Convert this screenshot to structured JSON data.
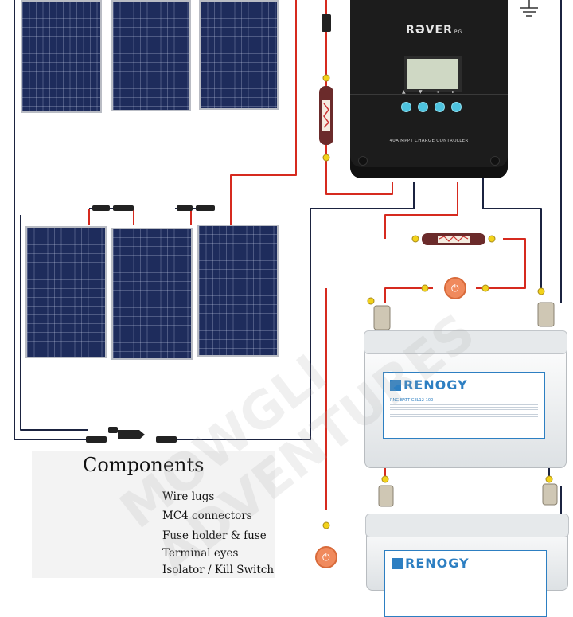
{
  "controller": {
    "brand": "RƏVER",
    "brand_suffix": "PG",
    "label": "40A MPPT CHARGE CONTROLLER",
    "buttons": [
      "▲",
      "▼",
      "◄",
      "►"
    ]
  },
  "battery": {
    "brand": "RENOGY",
    "model": "RNG-BATT-GEL12-100"
  },
  "legend": {
    "title": "Components",
    "items": [
      {
        "icon": "wire-lug-icon",
        "label": "Wire lugs"
      },
      {
        "icon": "mc4-connector-icon",
        "label": "MC4 connectors"
      },
      {
        "icon": "fuse-holder-icon",
        "label": "Fuse holder & fuse"
      },
      {
        "icon": "terminal-eye-icon",
        "label": "Terminal eyes"
      },
      {
        "icon": "isolator-switch-icon",
        "label": "Isolator / Kill Switch"
      }
    ]
  },
  "watermark": "MOWGLI ADVENTURES",
  "colors": {
    "positive_wire": "#d62a1f",
    "negative_wire": "#1b2340",
    "panel": "#1e2c5c",
    "controller": "#1c1c1c",
    "battery_brand": "#2d7fc2",
    "terminal_eye": "#f2d21a",
    "isolator": "#f08a5d"
  }
}
